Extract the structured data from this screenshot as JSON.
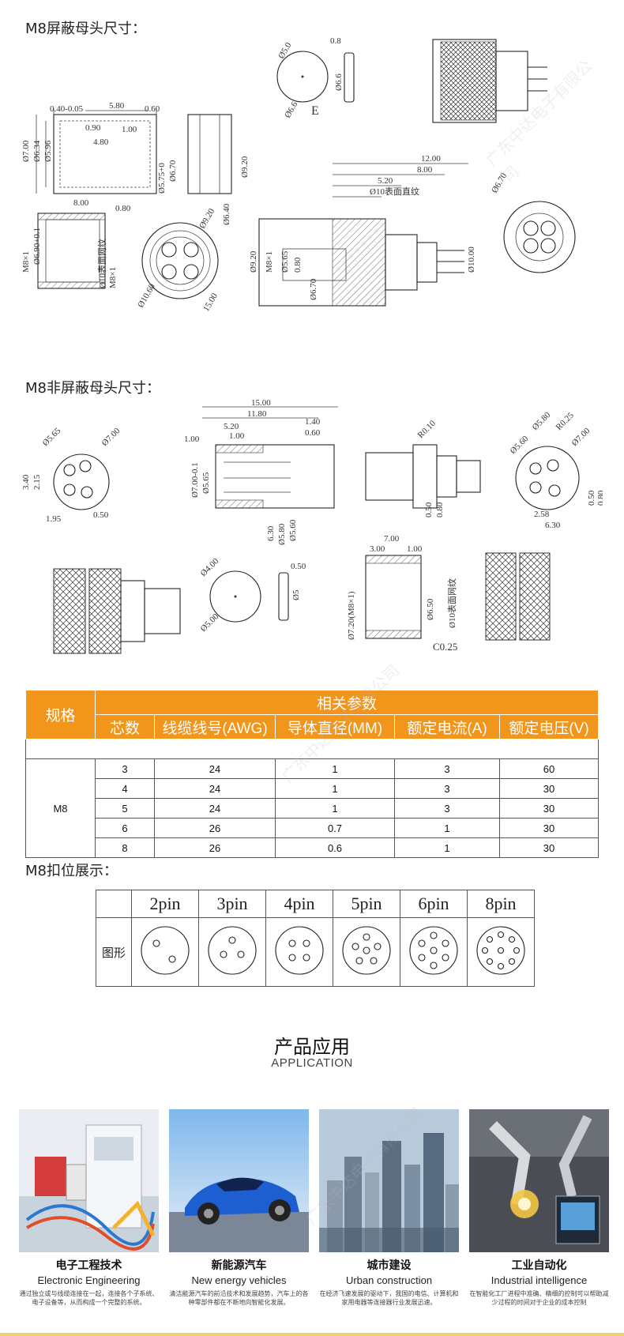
{
  "sections": {
    "shielded_title": "M8屏蔽母头尺寸：",
    "unshielded_title": "M8非屏蔽母头尺寸：",
    "lock_title": "M8扣位展示："
  },
  "dimension_labels": {
    "shielded": [
      "0.40-0.05",
      "5.80",
      "0.60",
      "Ø7.00",
      "Ø6.34",
      "Ø5.96",
      "0.90",
      "4.80",
      "1.00",
      "Ø5.75+0",
      "Ø6.70",
      "Ø6.40",
      "Ø5.0",
      "Ø6.6",
      "E",
      "0.8",
      "Ø6.6",
      "8.00",
      "0.80",
      "Ø9.20",
      "M8×1",
      "Ø6.90+0.1",
      "Ø10表面网纹",
      "M8×1",
      "Ø9.20",
      "Ø10.60",
      "15.00",
      "12.00",
      "8.00",
      "5.20",
      "Ø10表面直纹",
      "Ø9.20",
      "M8×1",
      "Ø5.65",
      "0.80",
      "Ø6.70",
      "Ø10.00",
      "Ø6.70"
    ],
    "unshielded": [
      "Ø5.65",
      "Ø7.00",
      "3.40",
      "2.15",
      "1.95",
      "0.50",
      "15.00",
      "11.80",
      "5.20",
      "1.00",
      "1.40",
      "0.60",
      "1.00",
      "Ø7.00-0.1",
      "Ø5.65",
      "6.30",
      "Ø5.80",
      "Ø5.60",
      "R0.10",
      "0.50",
      "0.80",
      "Ø5.80",
      "R0.25",
      "Ø5.60",
      "Ø7.00",
      "0.50",
      "0.80",
      "2.58",
      "6.30",
      "Ø4.00",
      "Ø5.00",
      "0.50",
      "Ø5",
      "7.00",
      "3.00",
      "1.00",
      "Ø7.20(M8×1)",
      "Ø6.50",
      "Ø10表面网纹",
      "C0.25"
    ]
  },
  "spec_table": {
    "col_spec": "规格",
    "group_header": "相关参数",
    "headers": [
      "芯数",
      "线缆线号(AWG)",
      "导体直径(MM)",
      "额定电流(A)",
      "额定电压(V)"
    ],
    "model": "M8",
    "rows": [
      [
        "3",
        "24",
        "1",
        "3",
        "60"
      ],
      [
        "4",
        "24",
        "1",
        "3",
        "30"
      ],
      [
        "5",
        "24",
        "1",
        "3",
        "30"
      ],
      [
        "6",
        "26",
        "0.7",
        "1",
        "30"
      ],
      [
        "8",
        "26",
        "0.6",
        "1",
        "30"
      ]
    ]
  },
  "pin_table": {
    "row_label": "图形",
    "pins": [
      "2pin",
      "3pin",
      "4pin",
      "5pin",
      "6pin",
      "8pin"
    ]
  },
  "application": {
    "title": "产品应用",
    "subtitle": "APPLICATION",
    "cards": [
      {
        "cn": "电子工程技术",
        "en": "Electronic Engineering",
        "desc": "通过独立或与线缆连接在一起，连接各个子系统、电子设备等，从而构成一个完整的系统。"
      },
      {
        "cn": "新能源汽车",
        "en": "New energy vehicles",
        "desc": "清洁能源汽车的前沿技术和发展趋势，汽车上的各种零部件都在不断地向智能化发展。"
      },
      {
        "cn": "城市建设",
        "en": "Urban construction",
        "desc": "在经济飞速发展的驱动下，我国的电信、计算机和家用电器等连接器行业发展迅速。"
      },
      {
        "cn": "工业自动化",
        "en": "Industrial intelligence",
        "desc": "在智能化工厂进程中准确、精细的控制可以帮助减少过程的时间对于企业的成本控制"
      }
    ]
  },
  "watermark": "广东中达电子有限公司"
}
